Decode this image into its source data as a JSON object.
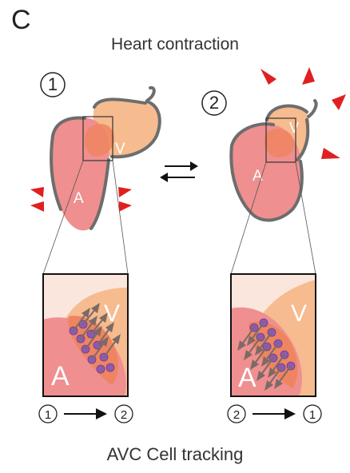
{
  "figure": {
    "panel_letter": "C",
    "title": "Heart contraction",
    "footer": "AVC Cell tracking"
  },
  "states": [
    {
      "step": "1",
      "atrium_label": "A",
      "ventricle_label": "V"
    },
    {
      "step": "2",
      "atrium_label": "A",
      "ventricle_label": "V"
    }
  ],
  "insets": [
    {
      "atrium_label": "A",
      "ventricle_label": "V",
      "sequence_from": "1",
      "sequence_to": "2"
    },
    {
      "atrium_label": "A",
      "ventricle_label": "V",
      "sequence_from": "2",
      "sequence_to": "1"
    }
  ],
  "colors": {
    "atrium": "#ef8f8f",
    "ventricle": "#f6bb8e",
    "overlap": "#ee8560",
    "outline": "#6d6d6d",
    "cell": "#8e5ab0",
    "track_arrow": "#7d6a66",
    "contraction_arrow": "#e02020"
  }
}
